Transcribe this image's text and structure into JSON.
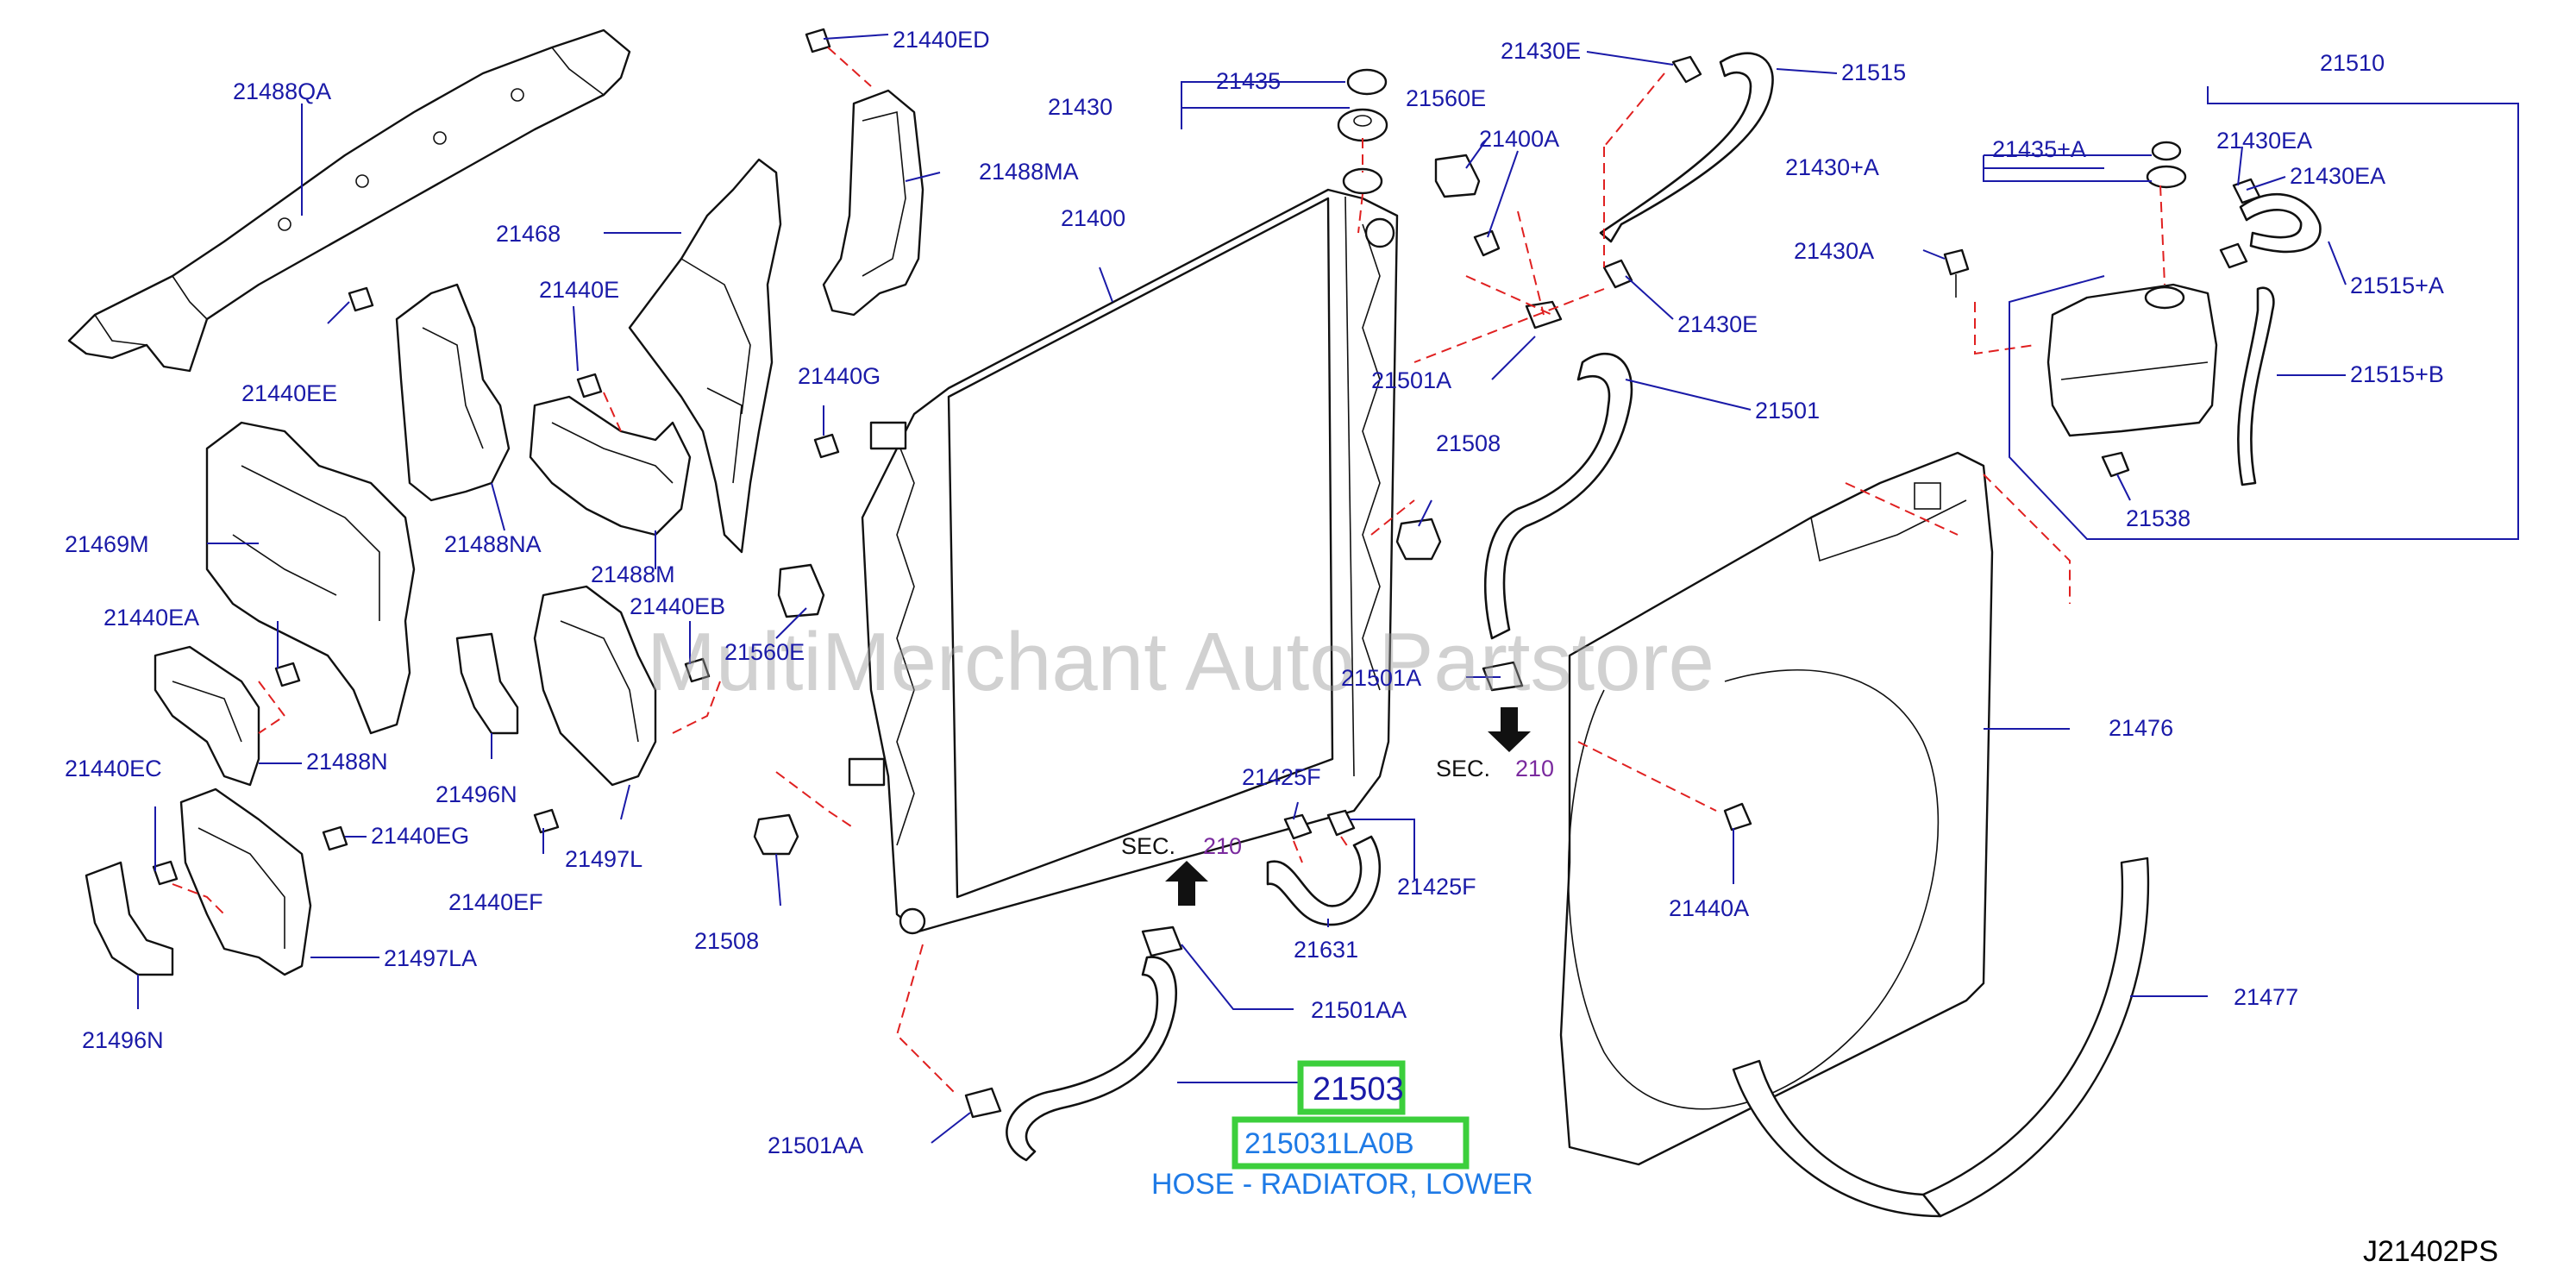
{
  "labels": {
    "l_21488QA": "21488QA",
    "l_21440ED": "21440ED",
    "l_21435": "21435",
    "l_21430": "21430",
    "l_21560E_top": "21560E",
    "l_21400A": "21400A",
    "l_21430E_top": "21430E",
    "l_21515": "21515",
    "l_21510": "21510",
    "l_21488MA": "21488MA",
    "l_21400": "21400",
    "l_21468": "21468",
    "l_21440E": "21440E",
    "l_21440EE": "21440EE",
    "l_21440G": "21440G",
    "l_21430E_mid": "21430E",
    "l_21501A_top": "21501A",
    "l_21501": "21501",
    "l_21435pA": "21435+A",
    "l_21430EA_1": "21430EA",
    "l_21430EA_2": "21430EA",
    "l_21430pA": "21430+A",
    "l_21430A": "21430A",
    "l_21515pA": "21515+A",
    "l_21515pB": "21515+B",
    "l_21538": "21538",
    "l_21488NA": "21488NA",
    "l_21469M": "21469M",
    "l_21488M": "21488M",
    "l_21440EB": "21440EB",
    "l_21560E_mid": "21560E",
    "l_21508_top": "21508",
    "l_21440EA": "21440EA",
    "l_21501A_mid": "21501A",
    "l_21488N": "21488N",
    "l_21496N_mid": "21496N",
    "l_21476": "21476",
    "l_21440EC": "21440EC",
    "l_21440EG": "21440EG",
    "l_21425F_top": "21425F",
    "l_21497L": "21497L",
    "l_21425F_bot": "21425F",
    "l_21440EF": "21440EF",
    "l_21440A": "21440A",
    "l_21508_bot": "21508",
    "l_21631": "21631",
    "l_21497LA": "21497LA",
    "l_21477": "21477",
    "l_21501AA_mid": "21501AA",
    "l_21496N_bot": "21496N",
    "l_21501AA_bot": "21501AA"
  },
  "sec_refs": {
    "sec_word": "SEC.",
    "sec_num_1": "210",
    "sec_num_2": "210"
  },
  "highlight": {
    "part_number": "21503",
    "oem_number": "215031LA0B",
    "description": "HOSE - RADIATOR, LOWER"
  },
  "watermark": "MultiMerchant Auto Partstore",
  "diagram_code": "J21402PS",
  "colors": {
    "label_blue": "#1a1aa8",
    "leader_red_dash": "#e02020",
    "sec_purple": "#7a2a9e",
    "highlight_green": "#3ccf3c",
    "description_blue": "#1e7ae6"
  }
}
